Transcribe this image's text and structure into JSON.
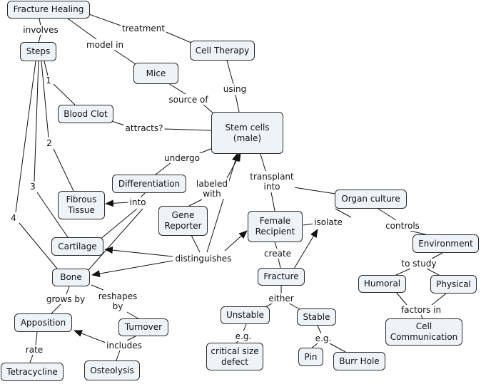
{
  "nodes": {
    "fracture_healing": "Fracture Healing",
    "steps": "Steps",
    "mice": "Mice",
    "cell_therapy": "Cell Therapy",
    "blood_clot": "Blood Clot",
    "stem_cells": "Stem cells\n(male)",
    "differentiation": "Differentiation",
    "fibrous_tissue": "Fibrous\nTissue",
    "gene_reporter": "Gene\nReporter",
    "cartilage": "Cartilage",
    "bone": "Bone",
    "female_recipient": "Female\nRecipient",
    "organ_culture": "Organ culture",
    "environment": "Environment",
    "fracture": "Fracture",
    "humoral": "Humoral",
    "physical": "Physical",
    "apposition": "Apposition",
    "turnover": "Turnover",
    "unstable": "Unstable",
    "stable": "Stable",
    "cell_communication": "Cell\nCommunication",
    "critical_size_defect": "critical size\ndefect",
    "pin": "Pin",
    "burr_hole": "Burr Hole",
    "tetracycline": "Tetracycline",
    "osteolysis": "Osteolysis"
  },
  "labels": {
    "involves": "involves",
    "treatment": "treatment",
    "model_in": "model in",
    "using": "using",
    "source_of": "source of",
    "attracts": "attracts?",
    "undergo": "undergo",
    "labeled_with": "labeled\nwith",
    "transplant_into": "transplant\ninto",
    "into": "into",
    "distinguishes": "distinguishes",
    "isolate": "isolate",
    "controls": "controls",
    "create": "create",
    "to_study": "to study",
    "either": "either",
    "factors_in": "factors in",
    "grows_by": "grows by",
    "reshapes_by": "reshapes\nby",
    "rate": "rate",
    "includes": "includes",
    "eg1": "e.g.",
    "eg2": "e.g.",
    "n1": "1",
    "n2": "2",
    "n3": "3",
    "n4": "4"
  }
}
